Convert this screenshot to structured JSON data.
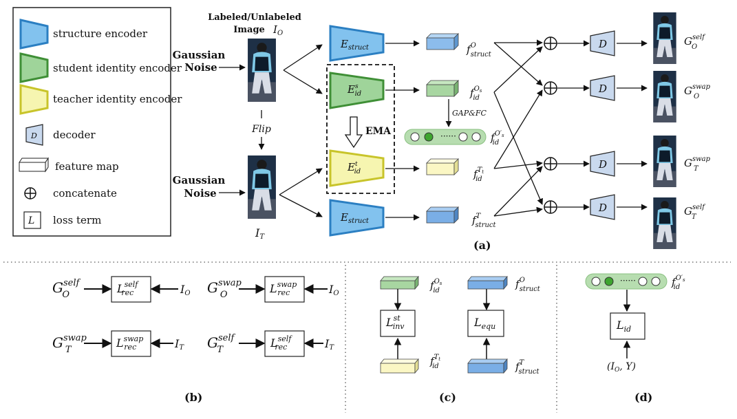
{
  "legend": {
    "structure_encoder": "structure encoder",
    "student_identity_encoder": "student identity encoder",
    "teacher_identity_encoder": "teacher identity encoder",
    "decoder": "decoder",
    "decoder_glyph": "D",
    "feature_map": "feature map",
    "concatenate": "concatenate",
    "loss_term": "loss term",
    "loss_glyph": "L"
  },
  "colors": {
    "structure_blue": "#82c2ee",
    "structure_border": "#2b7fc2",
    "student_green": "#9fd49a",
    "student_border": "#3f8f36",
    "teacher_yellow": "#f6f5b0",
    "teacher_border": "#c8c42a",
    "decoder_fill": "#c9d9ee",
    "fmap_blue": "#8cbcec",
    "fmap_green": "#a8d6a1",
    "fmap_yellow": "#fbf7c4"
  },
  "panel_a": {
    "input_title_1": "Labeled/Unlabeled",
    "input_title_2": "Image",
    "io": "I",
    "io_sub": "O",
    "it": "I",
    "it_sub": "T",
    "noise_1": "Gaussian",
    "noise_2": "Noise",
    "flip": "Flip",
    "ema": "EMA",
    "gap_fc": "GAP&FC",
    "e_struct": "E",
    "e_struct_sub": "struct",
    "e_id": "E",
    "e_id_sub": "id",
    "e_id_s_sup": "s",
    "e_id_t_sup": "t",
    "f": "f",
    "struct": "struct",
    "id": "id",
    "sup_O": "O",
    "sup_T": "T",
    "sup_Os": "O",
    "sup_Os_sub": "s",
    "sup_Tt": "T",
    "sup_Tt_sub": "t",
    "sup_Os_prime": "O′",
    "decoder": "D",
    "g": "G",
    "self": "self",
    "swap": "swap",
    "label": "(a)"
  },
  "panel_b": {
    "label": "(b)",
    "l": "L",
    "rec": "rec",
    "g": "G",
    "i": "I",
    "self": "self",
    "swap": "swap",
    "o": "O",
    "t": "T"
  },
  "panel_c": {
    "label": "(c)",
    "l": "L",
    "inv": "inv",
    "st": "st",
    "equ": "equ",
    "f": "f",
    "id": "id",
    "struct": "struct"
  },
  "panel_d": {
    "label": "(d)",
    "l": "L",
    "id": "id",
    "input_pair": "(I",
    "input_pair_sub": "O",
    "input_pair_end": ", Y)"
  }
}
